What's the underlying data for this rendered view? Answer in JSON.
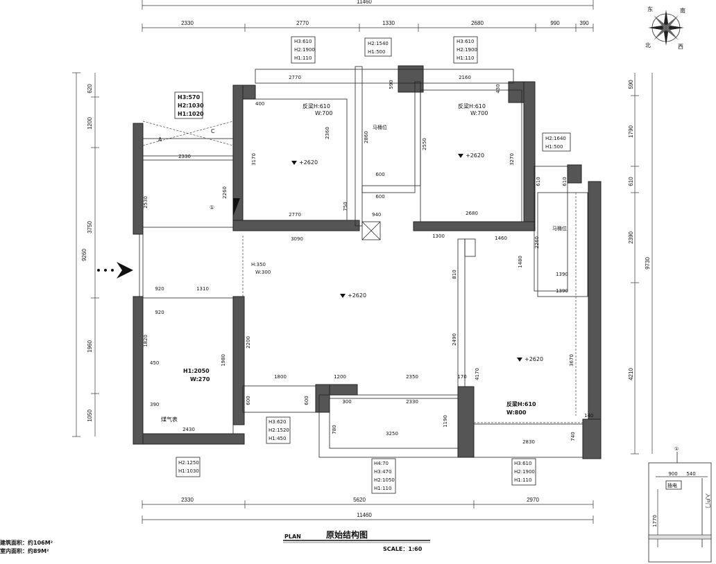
{
  "title": {
    "en": "PLAN",
    "zh": "原始结构图",
    "scale": "SCALE：1:60"
  },
  "area": {
    "building": "建筑面积：约106M²",
    "indoor": "室内面积：约89M²"
  },
  "compass": {
    "east": "东",
    "south": "南",
    "north": "北",
    "west": "西"
  },
  "top_dims": {
    "total": "11460",
    "d1": "2330",
    "d2": "2770",
    "d3": "1330",
    "d4": "2680",
    "d5": "990",
    "d6": "390"
  },
  "bottom_dims": {
    "total": "11460",
    "d1": "2330",
    "d2": "5620",
    "d3": "2970"
  },
  "left_dims": {
    "total": "9260",
    "d1": "620",
    "d2": "1200",
    "d3": "3750",
    "d4": "1960",
    "d5": "1050"
  },
  "right_dims": {
    "total": "9730",
    "d1": "590",
    "d2": "1790",
    "d3": "610",
    "d4": "2390",
    "d5": "4210"
  },
  "window_notes": {
    "top_left": {
      "h3": "H3:610",
      "h2": "H2:1900",
      "h1": "H1:110"
    },
    "top_mid": {
      "h2": "H2:1540",
      "h1": "H1:500"
    },
    "top_right": {
      "h3": "H3:610",
      "h2": "H2:1900",
      "h1": "H1:110"
    },
    "left_balcony": {
      "h3": "H3:570",
      "h2": "H2:1030",
      "h1": "H1:1020"
    },
    "right_bath": {
      "h2": "H2:1640",
      "h1": "H1:500"
    },
    "bottom_left": {
      "h2": "H2:1250",
      "h1": "H1:1030"
    },
    "bottom_mid": {
      "h3": "H3:620",
      "h2": "H2:1520",
      "h1": "H1:450"
    },
    "bottom_c": {
      "h4": "H4:70",
      "h3": "H3:470",
      "h2": "H2:1050",
      "h1": "H1:110"
    },
    "bottom_right": {
      "h3": "H3:610",
      "h2": "H2:1900",
      "h1": "H1:110"
    }
  },
  "room_labels": {
    "beam1": "反梁H:610",
    "beam1w": "W:700",
    "beam2": "反梁H:610",
    "beam2w": "W:700",
    "beam3": "反梁H:610",
    "beam3w": "W:800",
    "elev1": "+2620",
    "elev2": "+2620",
    "elev3": "+2620",
    "elev4": "+2620",
    "toilet1": "马桶位",
    "toilet2": "马桶位",
    "gas": "煤气表",
    "h_kitchen": "H1:2050",
    "w_kitchen": "W:270",
    "h_hall": "H:350",
    "w_hall": "W:300",
    "a": "A",
    "c": "C",
    "circle1": "①"
  },
  "inner_dims": {
    "r1_top": "2770",
    "r1_bot": "2770",
    "r1_h": "3170",
    "r1_w2": "2360",
    "r1_400": "400",
    "bath_h": "2860",
    "bath_600a": "600",
    "bath_600b": "600",
    "bath_940": "940",
    "bath_590": "590",
    "bath_750": "750",
    "r2_top": "2160",
    "r2_bot": "2680",
    "r2_h": "3270",
    "r2_2550": "2550",
    "r2_430": "430",
    "lb_top": "2330",
    "lb_2530": "2530",
    "lb_2260": "2260",
    "hall_3090": "3090",
    "hall_1300": "1300",
    "hall_1460": "1460",
    "hall_810": "810",
    "hall_2490": "2490",
    "k_920": "920",
    "k_1310": "1310",
    "k_920b": "920",
    "k_1820": "1820",
    "k_1980": "1980",
    "k_2430": "2430",
    "k_450": "450",
    "k_390": "390",
    "k_2200": "2200",
    "k_600": "600",
    "k_600b": "600",
    "c_1800": "1800",
    "c_1200": "1200",
    "c_2350": "2350",
    "c_300": "300",
    "c_2330": "2330",
    "c_3250": "3250",
    "c_1190": "1190",
    "c_780": "780",
    "c_170": "170",
    "rb_2830": "2830",
    "rb_3670": "3670",
    "rb_4170": "4170",
    "rb_740": "740",
    "rb_140": "140",
    "bath2_1390": "1390",
    "bath2_1390b": "1390",
    "bath2_2260": "2260",
    "bath2_1480": "1480",
    "bath2_610": "610",
    "bath2_610b": "610"
  },
  "inset": {
    "num": "①",
    "d900": "900",
    "d540": "540",
    "label": "插电",
    "entry": "入户门",
    "d1770": "1770"
  }
}
